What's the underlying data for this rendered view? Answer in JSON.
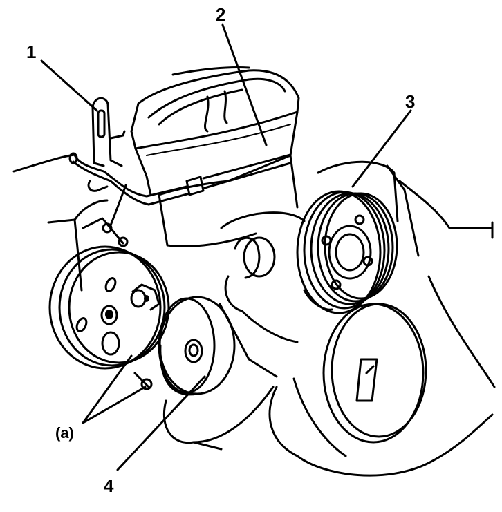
{
  "callouts": {
    "c1": "1",
    "c2": "2",
    "c3": "3",
    "c4": "4",
    "ca": "(a)"
  }
}
